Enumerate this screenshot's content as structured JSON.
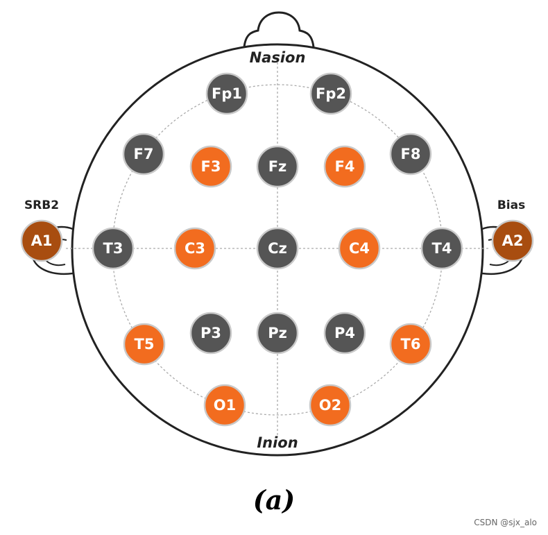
{
  "labels": {
    "nasion": "Nasion",
    "inion": "Inion",
    "left_ref": "SRB2",
    "right_ref": "Bias"
  },
  "caption": "(a)",
  "watermark": "CSDN @sjx_alo",
  "colors": {
    "inactive": "#555555",
    "active": "#f26c1f",
    "ear": "#a84d10",
    "outline": "#222222",
    "guide": "#aaaaaa"
  },
  "electrodes": [
    {
      "id": "Fp1",
      "label": "Fp1",
      "state": "inactive"
    },
    {
      "id": "Fp2",
      "label": "Fp2",
      "state": "inactive"
    },
    {
      "id": "F7",
      "label": "F7",
      "state": "inactive"
    },
    {
      "id": "F3",
      "label": "F3",
      "state": "active"
    },
    {
      "id": "Fz",
      "label": "Fz",
      "state": "inactive"
    },
    {
      "id": "F4",
      "label": "F4",
      "state": "active"
    },
    {
      "id": "F8",
      "label": "F8",
      "state": "inactive"
    },
    {
      "id": "A1",
      "label": "A1",
      "state": "ear"
    },
    {
      "id": "T3",
      "label": "T3",
      "state": "inactive"
    },
    {
      "id": "C3",
      "label": "C3",
      "state": "active"
    },
    {
      "id": "Cz",
      "label": "Cz",
      "state": "inactive"
    },
    {
      "id": "C4",
      "label": "C4",
      "state": "active"
    },
    {
      "id": "T4",
      "label": "T4",
      "state": "inactive"
    },
    {
      "id": "A2",
      "label": "A2",
      "state": "ear"
    },
    {
      "id": "T5",
      "label": "T5",
      "state": "active"
    },
    {
      "id": "P3",
      "label": "P3",
      "state": "inactive"
    },
    {
      "id": "Pz",
      "label": "Pz",
      "state": "inactive"
    },
    {
      "id": "P4",
      "label": "P4",
      "state": "inactive"
    },
    {
      "id": "T6",
      "label": "T6",
      "state": "active"
    },
    {
      "id": "O1",
      "label": "O1",
      "state": "active"
    },
    {
      "id": "O2",
      "label": "O2",
      "state": "active"
    }
  ]
}
